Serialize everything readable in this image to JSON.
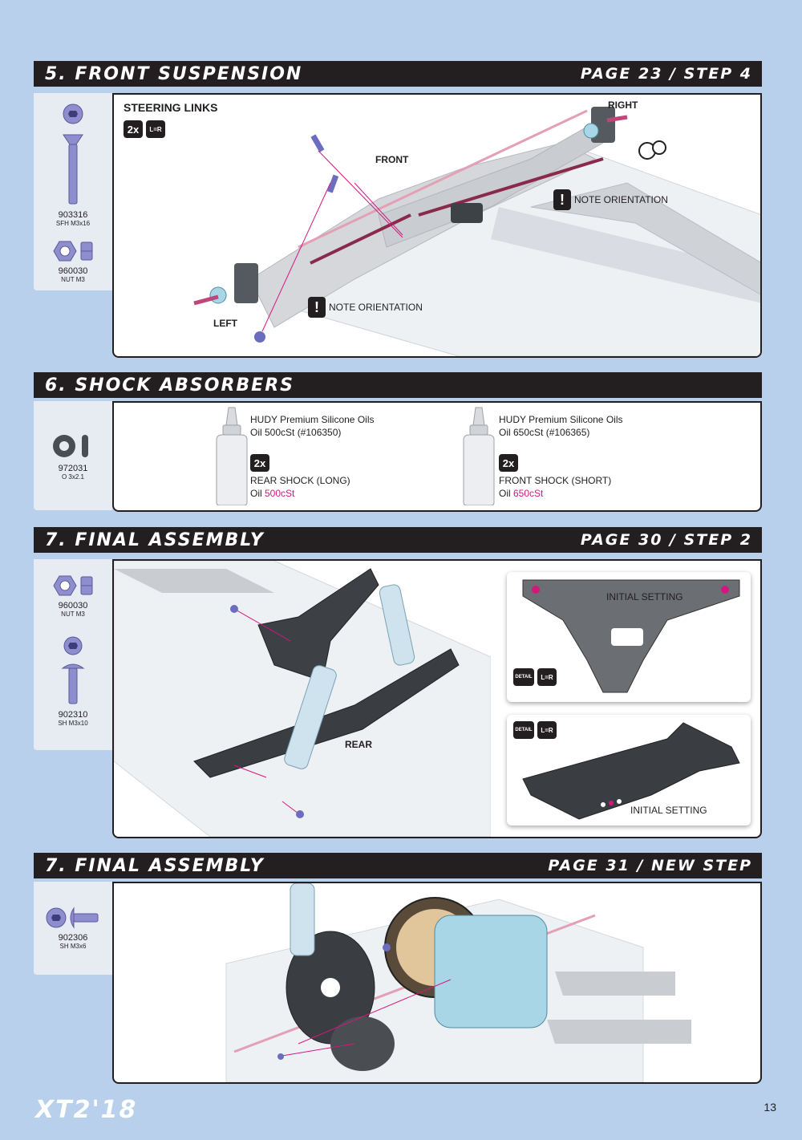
{
  "colors": {
    "page_bg": "#b8d0ec",
    "bar": "#231f20",
    "accent": "#d4177f",
    "parts_bg": "#e7ebf2"
  },
  "sections": [
    {
      "title": "5. FRONT SUSPENSION",
      "ref": "PAGE 23 / STEP 4",
      "parts": [
        {
          "code": "903316",
          "desc": "SFH M3x16",
          "icon": "countersunk-screw-icon"
        },
        {
          "code": "960030",
          "desc": "NUT M3",
          "icon": "hex-nut-icon"
        }
      ],
      "steering_links": "STEERING LINKS",
      "qty": "2x",
      "lr_badge": "L=R",
      "right_label": "RIGHT",
      "left_label": "LEFT",
      "front_label": "FRONT",
      "note1": "NOTE ORIENTATION",
      "note2": "NOTE ORIENTATION"
    },
    {
      "title": "6. SHOCK ABSORBERS",
      "parts": [
        {
          "code": "972031",
          "desc": "O 3x2.1",
          "icon": "o-ring-icon"
        }
      ],
      "oils": [
        {
          "brand": "HUDY Premium Silicone Oils",
          "name": "Oil 500cSt (#106350)",
          "qty": "2x",
          "shock": "REAR SHOCK (LONG)",
          "oil_prefix": "Oil ",
          "oil_value": "500cSt"
        },
        {
          "brand": "HUDY Premium Silicone Oils",
          "name": "Oil 650cSt (#106365)",
          "qty": "2x",
          "shock": "FRONT SHOCK (SHORT)",
          "oil_prefix": "Oil ",
          "oil_value": "650cSt"
        }
      ]
    },
    {
      "title": "7. FINAL ASSEMBLY",
      "ref": "PAGE 30 / STEP 2",
      "parts": [
        {
          "code": "960030",
          "desc": "NUT M3",
          "icon": "hex-nut-icon"
        },
        {
          "code": "902310",
          "desc": "SH M3x10",
          "icon": "button-head-screw-icon"
        }
      ],
      "rear_label": "REAR",
      "initial_setting_1": "INITIAL SETTING",
      "initial_setting_2": "INITIAL SETTING",
      "detail_label": "DETAIL",
      "lr_badge": "L=R"
    },
    {
      "title": "7. FINAL ASSEMBLY",
      "ref": "PAGE 31 / NEW STEP",
      "parts": [
        {
          "code": "902306",
          "desc": "SH M3x6",
          "icon": "button-head-screw-icon"
        }
      ]
    }
  ],
  "footer": {
    "logo": "XT2'18",
    "page": "13"
  }
}
